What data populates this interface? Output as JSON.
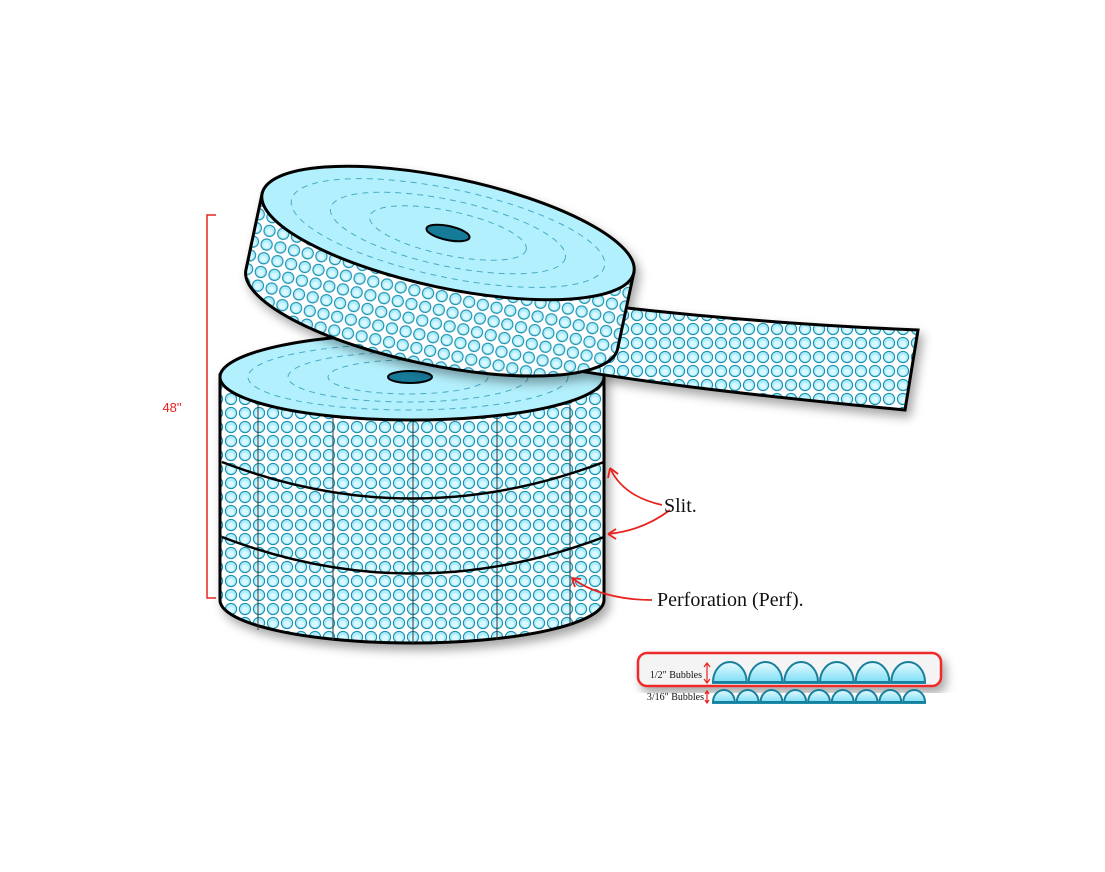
{
  "dimension": {
    "label": "48\"",
    "color": "#e8231f"
  },
  "callouts": {
    "slit": "Slit.",
    "perforation": "Perforation (Perf)."
  },
  "legend": {
    "large": {
      "label": "1/2\" Bubbles",
      "bubble_count": 6
    },
    "small": {
      "label": "3/16\" Bubbles",
      "bubble_count": 9
    },
    "highlight_color": "#ee2b2b"
  },
  "colors": {
    "bubble_fill": "#aeeefc",
    "bubble_stroke": "#1a8fae",
    "roll_top": "#b3f0fd",
    "core": "#137a99",
    "annotation": "#e8231f"
  }
}
